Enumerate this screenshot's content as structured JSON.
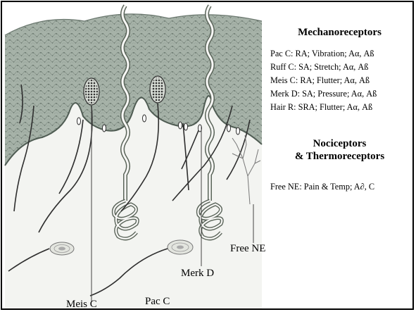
{
  "mechanoreceptors": {
    "heading": "Mechanoreceptors",
    "items": [
      "Pac C:   RA; Vibration; Aα, Aß",
      "Ruff C:  SA; Stretch; Aα, Aß",
      "Meis C:  RA; Flutter; Aα, Aß",
      "Merk D: SA; Pressure; Aα, Aß",
      "Hair R:  SRA; Flutter; Aα, Aß"
    ]
  },
  "nociceptors": {
    "heading_line1": "Nociceptors",
    "heading_line2": "& Thermoreceptors",
    "items": [
      "Free NE: Pain & Temp; A∂, C"
    ]
  },
  "figure_labels": {
    "free_ne": "Free NE",
    "merk_d": "Merk D",
    "meis_c": "Meis C",
    "pac_c": "Pac C"
  },
  "colors": {
    "epidermis": "#a6b2a8",
    "epidermis_basal": "#7d8c82",
    "dermis": "#f3f4f1",
    "nerve": "#2e2e2e",
    "leader": "#444444"
  }
}
